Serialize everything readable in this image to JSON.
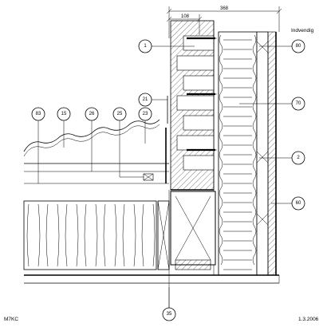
{
  "drawing": {
    "code": "M7KC",
    "date": "1.3.2006",
    "side_label": "Indvendig",
    "dimensions": {
      "total": "368",
      "outer": "108"
    }
  },
  "callouts": [
    {
      "id": "1"
    },
    {
      "id": "21"
    },
    {
      "id": "83"
    },
    {
      "id": "15"
    },
    {
      "id": "26"
    },
    {
      "id": "25"
    },
    {
      "id": "23"
    },
    {
      "id": "80"
    },
    {
      "id": "70"
    },
    {
      "id": "2"
    },
    {
      "id": "60"
    },
    {
      "id": "35"
    }
  ]
}
